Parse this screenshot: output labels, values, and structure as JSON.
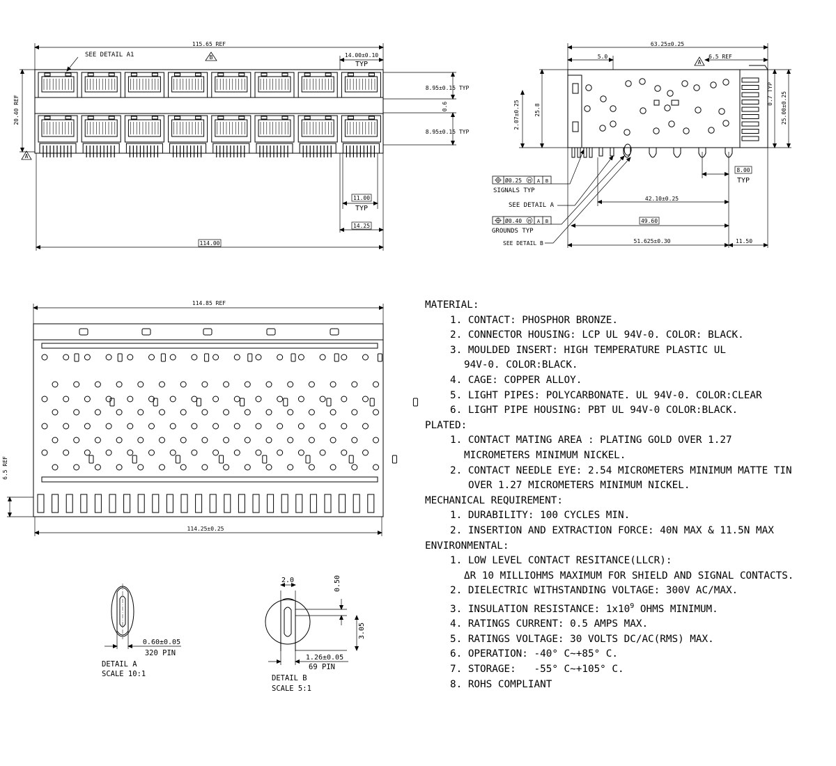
{
  "front_view": {
    "overall_width": "115.65 REF",
    "datum_b": "B",
    "see_detail": "SEE DETAIL A1",
    "port_pitch": "14.00±0.10",
    "port_pitch_typ": "TYP",
    "height_ref": "20.40 REF",
    "upper_port_height": "8.95±0.15 TYP",
    "gap": "0.6",
    "lower_port_height": "8.95±0.15 TYP",
    "datum_a": "A",
    "press_fit_width": "11.00",
    "press_fit_typ": "TYP",
    "cage_width_each": "14.25",
    "overall_bottom": "114.00"
  },
  "side_view": {
    "overall_length": "63.25±0.25",
    "front_offset": "5.0",
    "rear_flange": "6.5 REF",
    "datum_a": "A",
    "height_25_8": "25.8",
    "height_2_07": "2.07±0.25",
    "pitch_0_7": "0.7 TYP",
    "height_25_00": "25.00±0.25",
    "pin_pitch": "8.00",
    "pin_pitch_typ": "TYP",
    "signals_tol": "Ø0.25",
    "signals_m": "M",
    "ref_a": "A",
    "ref_b": "B",
    "signals_label": "SIGNALS TYP",
    "see_detail_a": "SEE DETAIL A",
    "dim_42_10": "42.10±0.25",
    "grounds_tol": "Ø0.40",
    "grounds_m": "M",
    "grounds_label": "GROUNDS TYP",
    "dim_49_60": "49.60",
    "see_detail_b": "SEE DETAIL B",
    "dim_51_625": "51.625±0.30",
    "dim_11_50": "11.50"
  },
  "top_view": {
    "overall_ref": "114.85 REF",
    "side_ref": "6.5 REF",
    "bottom_dim": "114.25±0.25"
  },
  "detail_a": {
    "width": "0.60±0.05",
    "pins": "320 PIN",
    "title": "DETAIL A",
    "scale": "SCALE 10:1"
  },
  "detail_b": {
    "top_width": "2.0",
    "tip": "0.50",
    "length": "3.05",
    "width": "1.26±0.05",
    "pins": "69 PIN",
    "title": "DETAIL B",
    "scale": "SCALE 5:1"
  },
  "notes": {
    "material_title": "MATERIAL:",
    "m1": "1. CONTACT: PHOSPHOR BRONZE.",
    "m2": "2. CONNECTOR HOUSING: LCP UL 94V-0. COLOR: BLACK.",
    "m3a": "3. MOULDED INSERT: HIGH TEMPERATURE PLASTIC UL",
    "m3b": "94V-0. COLOR:BLACK.",
    "m4": "4. CAGE: COPPER ALLOY.",
    "m5": "5. LIGHT PIPES: POLYCARBONATE. UL 94V-0. COLOR:CLEAR",
    "m6": "6. LIGHT PIPE HOUSING: PBT UL 94V-0 COLOR:BLACK.",
    "plated_title": "PLATED:",
    "p1a": "1. CONTACT MATING AREA : PLATING GOLD OVER 1.27",
    "p1b": "MICROMETERS MINIMUM NICKEL.",
    "p2a": "2. CONTACT NEEDLE EYE: 2.54 MICROMETERS MINIMUM MATTE TIN",
    "p2b": "OVER 1.27 MICROMETERS MINIMUM NICKEL.",
    "mech_title": "MECHANICAL REQUIREMENT:",
    "r1": "1. DURABILITY: 100 CYCLES MIN.",
    "r2": "2. INSERTION AND EXTRACTION FORCE: 40N MAX & 11.5N MAX",
    "env_title": "ENVIRONMENTAL:",
    "e1a": "1. LOW LEVEL CONTACT RESITANCE(LLCR):",
    "e1b": "ΔR 10 MILLIOHMS MAXIMUM FOR SHIELD AND SIGNAL CONTACTS.",
    "e2": "2. DIELECTRIC WITHSTANDING VOLTAGE: 300V AC/MAX.",
    "e3a": "3. INSULATION RESISTANCE: 1x10",
    "e3sup": "9",
    "e3b": " OHMS MINIMUM.",
    "e4": "4. RATINGS CURRENT: 0.5 AMPS MAX.",
    "e5": "5. RATINGS VOLTAGE: 30 VOLTS DC/AC(RMS) MAX.",
    "e6": "6. OPERATION: -40° C~+85° C.",
    "e7": "7. STORAGE:   -55° C~+105° C.",
    "e8": "8. ROHS COMPLIANT"
  }
}
